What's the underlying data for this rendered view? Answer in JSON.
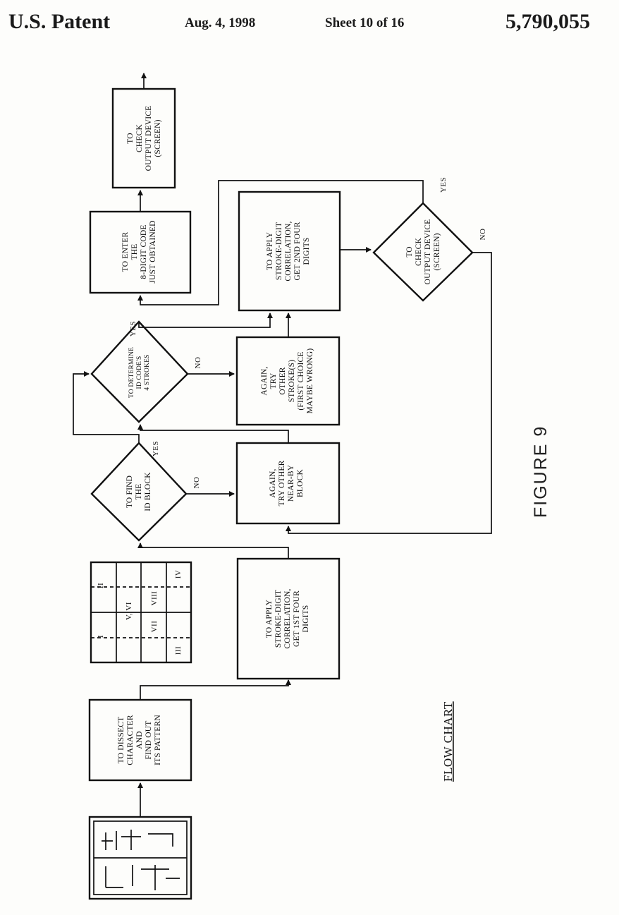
{
  "header": {
    "patent": "U.S. Patent",
    "date": "Aug. 4, 1998",
    "sheet": "Sheet 10 of 16",
    "number": "5,790,055"
  },
  "nodes": {
    "dissect": [
      "TO DISSECT",
      "CHARACTER",
      "AND",
      "FIND OUT",
      "ITS PATTERN"
    ],
    "apply1": [
      "TO APPLY",
      "STROKE-DIGIT",
      "CORRELATION,",
      "GET 1ST FOUR",
      "DIGITS"
    ],
    "find_id": [
      "TO FIND",
      "THE",
      "ID BLOCK"
    ],
    "again_block": [
      "AGAIN,",
      "TRY OTHER",
      "NEAR-BY",
      "BLOCK"
    ],
    "determine": [
      "TO DETERMINE",
      "ID CODE'S",
      "4 STROKES"
    ],
    "again_stroke": [
      "AGAIN,",
      "TRY",
      "OTHER",
      "STROKE(S)",
      "(FIRST CHOICE",
      "MAYBE WRONG)"
    ],
    "apply2": [
      "TO APPLY",
      "STROKE-DIGIT",
      "CORRELATION,",
      "GET 2ND FOUR",
      "DIGITS"
    ],
    "check1": [
      "TO",
      "CHECK",
      "OUTPUT DEVICE",
      "(SCREEN)"
    ],
    "enter": [
      "TO ENTER",
      "THE",
      "8-DIGIT CODE",
      "JUST OBTAINED"
    ],
    "check2": [
      "TO",
      "CHECK",
      "OUTPUT DEVICE",
      "(SCREEN)"
    ]
  },
  "block_labels": [
    "I",
    "II",
    "V, VI",
    "VII",
    "VIII",
    "III",
    "IV"
  ],
  "edge_labels": {
    "yes": "YES",
    "no": "NO"
  },
  "figure_label": "FIGURE 9",
  "caption": "FLOW CHART"
}
